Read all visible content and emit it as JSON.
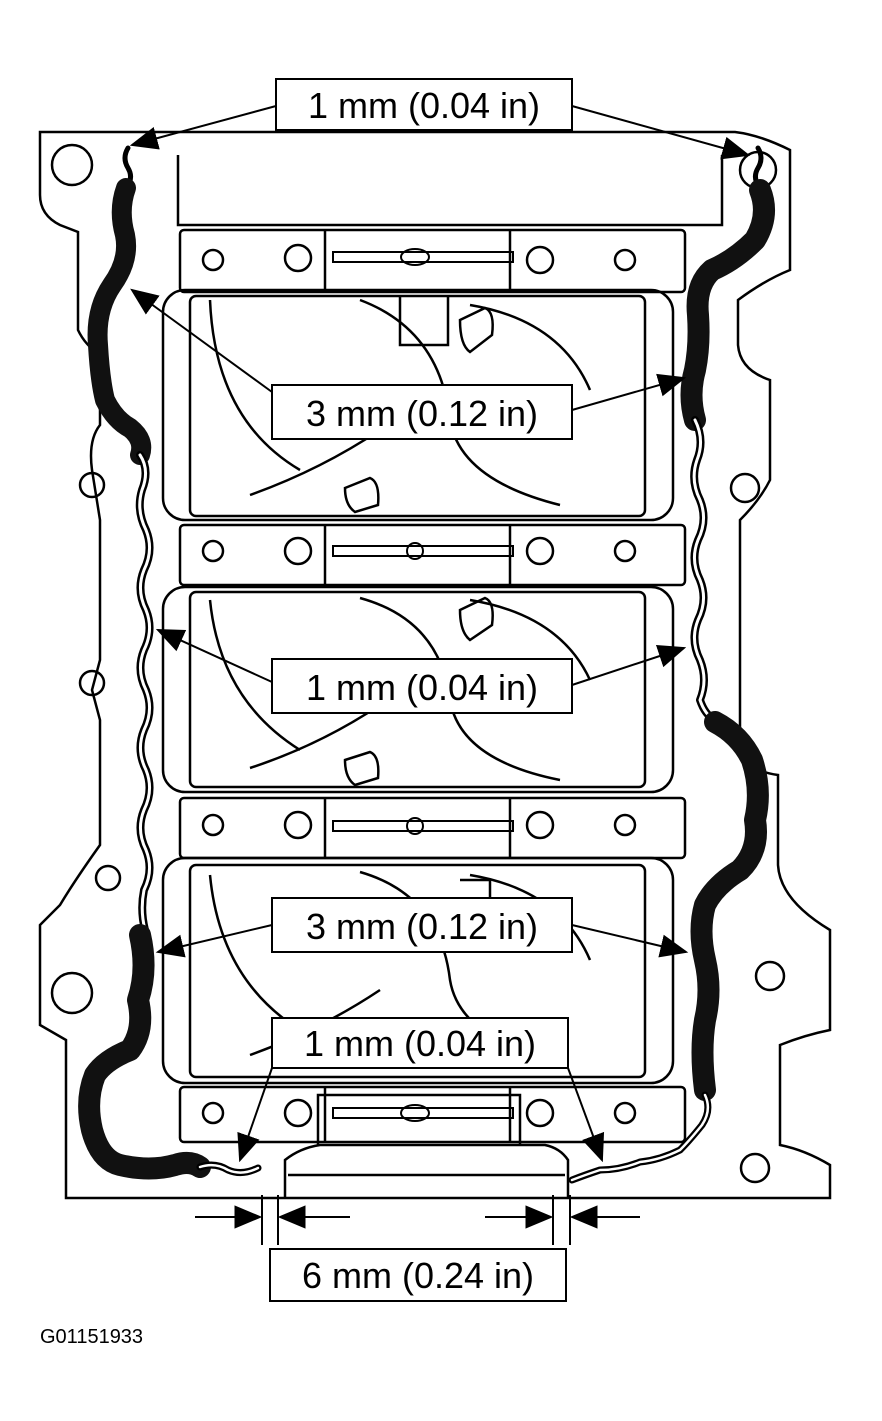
{
  "callouts": {
    "top": "1 mm (0.04 in)",
    "upper_middle": "3 mm (0.12 in)",
    "middle": "1 mm (0.04 in)",
    "lower_middle": "3 mm (0.12 in)",
    "bottom": "1 mm (0.04 in)",
    "gap_width": "6 mm (0.24 in)"
  },
  "figure_code": "G01151933",
  "colors": {
    "line": "#000000",
    "background": "#ffffff",
    "sealant": "#111111"
  }
}
